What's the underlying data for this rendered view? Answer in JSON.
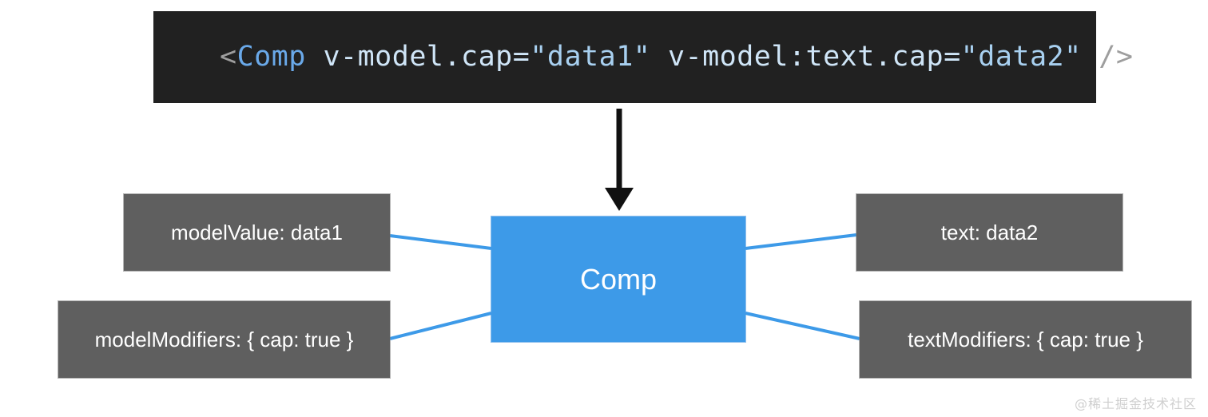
{
  "code_banner": {
    "name": "vue-template-code",
    "background_color": "#212121",
    "tokens": [
      {
        "text": "<",
        "role": "punctuation",
        "color": "#9e9e9e"
      },
      {
        "text": "Comp",
        "role": "tag-name",
        "color": "#6aa9e9"
      },
      {
        "text": " ",
        "role": "space",
        "color": "#cfe5f7"
      },
      {
        "text": "v-model.cap",
        "role": "attribute",
        "color": "#cfe5f7"
      },
      {
        "text": "=",
        "role": "operator",
        "color": "#cfe5f7"
      },
      {
        "text": "\"data1\"",
        "role": "value",
        "color": "#a8d0f0"
      },
      {
        "text": " ",
        "role": "space",
        "color": "#cfe5f7"
      },
      {
        "text": "v-model:text.cap",
        "role": "attribute",
        "color": "#cfe5f7"
      },
      {
        "text": "=",
        "role": "operator",
        "color": "#cfe5f7"
      },
      {
        "text": "\"data2\"",
        "role": "value",
        "color": "#a8d0f0"
      },
      {
        "text": " ",
        "role": "space",
        "color": "#cfe5f7"
      },
      {
        "text": "/>",
        "role": "punctuation",
        "color": "#9e9e9e"
      }
    ],
    "full_text": "<Comp v-model.cap=\"data1\" v-model:text.cap=\"data2\" />"
  },
  "arrow": {
    "label": "down-arrow",
    "color": "#111111",
    "direction": "down",
    "from": "code-banner",
    "to": "comp-node"
  },
  "diagram": {
    "center_node": {
      "label": "Comp",
      "color": "#3d9ae8",
      "text_color": "#ffffff"
    },
    "prop_nodes": [
      {
        "id": "model-value",
        "label": "modelValue: data1",
        "side": "left",
        "row": "top",
        "color": "#5f5f5f"
      },
      {
        "id": "model-modifiers",
        "label": "modelModifiers: { cap: true }",
        "side": "left",
        "row": "bottom",
        "color": "#5f5f5f"
      },
      {
        "id": "text",
        "label": "text: data2",
        "side": "right",
        "row": "top",
        "color": "#5f5f5f"
      },
      {
        "id": "text-modifiers",
        "label": "textModifiers: { cap: true }",
        "side": "right",
        "row": "bottom",
        "color": "#5f5f5f"
      }
    ],
    "connector_color": "#3d9ae8"
  },
  "watermark": {
    "text": "@稀土掘金技术社区",
    "color": "#cfcfcf"
  }
}
